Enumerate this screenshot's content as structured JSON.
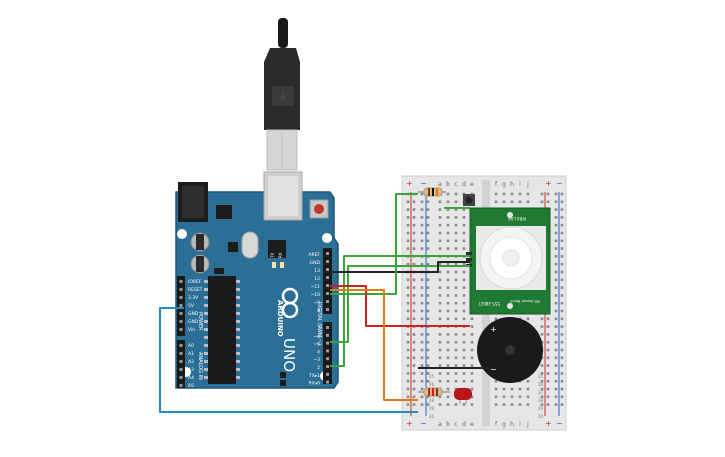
{
  "board": {
    "model_label": "UNO",
    "brand_label": "ARDUINO",
    "reset_label": "RESET",
    "icsp_label": "ICSP",
    "tx_label": "TX",
    "rx_label": "RX",
    "digital_section_label": "DIGITAL (PWM ~)",
    "power_section_label": "POWER",
    "analog_section_label": "ANALOG IN",
    "top_header_labels": [
      "AREF",
      "GND",
      "13",
      "12",
      "~11",
      "~10",
      "~9",
      "8"
    ],
    "lower_header_labels": [
      "7",
      "~6",
      "~5",
      "4",
      "~3",
      "2",
      "TX▸1",
      "RX◂0"
    ],
    "power_header_labels": [
      "IOREF",
      "RESET",
      "3.3V",
      "5V",
      "GND",
      "GND",
      "Vin"
    ],
    "analog_header_labels": [
      "A0",
      "A1",
      "A2",
      "A3",
      "A4",
      "A5"
    ]
  },
  "breadboard": {
    "column_letters_left": [
      "a",
      "b",
      "c",
      "d",
      "e"
    ],
    "column_letters_right": [
      "f",
      "g",
      "h",
      "i",
      "j"
    ],
    "rail_plus": "+",
    "rail_minus": "−",
    "row_numbers_bottom": [
      "25",
      "26",
      "27",
      "28",
      "29",
      "30"
    ]
  },
  "pir_sensor": {
    "label_top": "PIR4 LAB",
    "label_bottom": "555-28027",
    "label_side": "PIR Sensor Rev B"
  },
  "buzzer": {
    "plus_label": "+",
    "minus_label": "−"
  },
  "colors": {
    "board": "#2b6e96",
    "board_edge": "#1f5677",
    "breadboard": "#e6e6e6",
    "pir_pcb": "#1f7a33",
    "wire_green": "#3aa53a",
    "wire_black": "#222222",
    "wire_red": "#d02020",
    "wire_orange": "#e07b12",
    "wire_blue": "#1f8fc0",
    "led": "#b8141e"
  }
}
